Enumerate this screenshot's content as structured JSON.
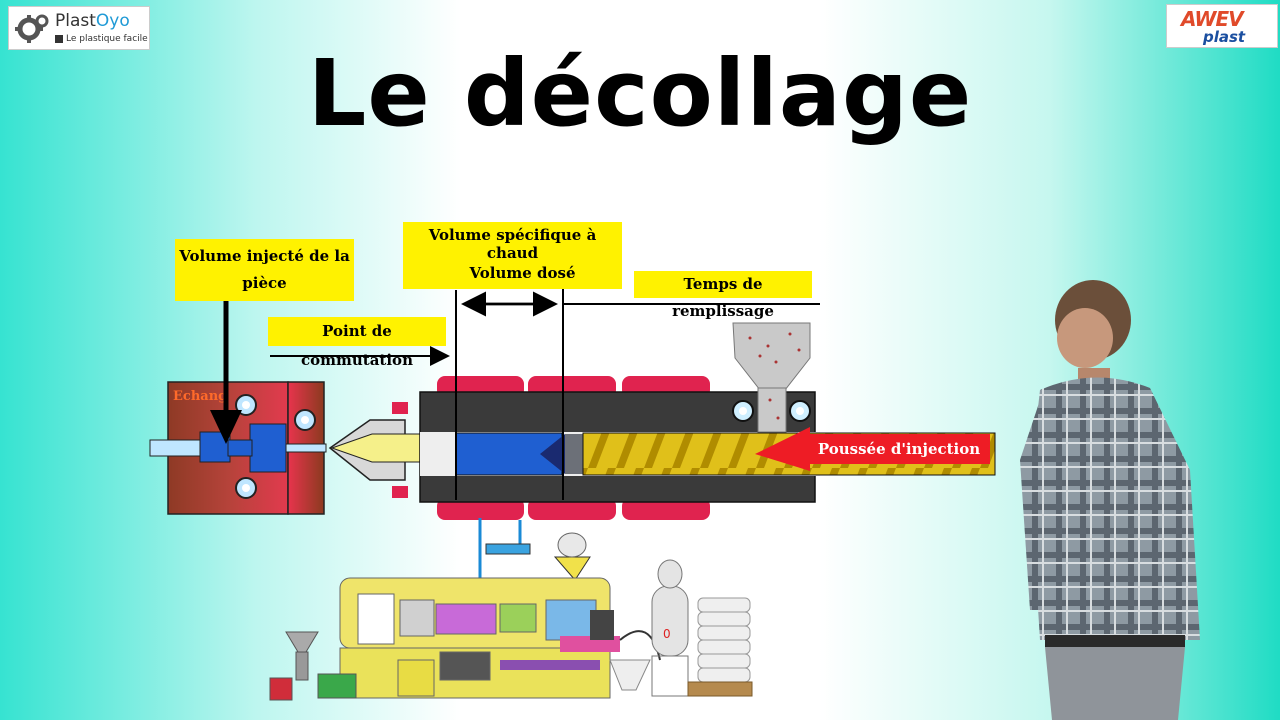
{
  "header": {
    "title": "Le décollage"
  },
  "logos": {
    "left": {
      "brand_part1": "Plast",
      "brand_part2": "Oyo",
      "tagline": "Le plastique facile"
    },
    "right": {
      "brand_top": "AWEV",
      "brand_bottom": "plast"
    }
  },
  "diagram": {
    "labels": {
      "volume_injecte": "Volume injecté de la pièce",
      "volume_specifique": "Volume spécifique à chaud",
      "volume_dose": "Volume dosé",
      "temps_remplissage": "Temps de remplissage",
      "point_commutation": "Point de commutation",
      "poussee_injection": "Poussée d'injection",
      "echange": "Echang"
    },
    "colors": {
      "label_bg": "#fff200",
      "push_arrow": "#ee1c25",
      "mold": "#e8344d",
      "melt": "#1f5fd1",
      "screw": "#e6c81e",
      "heater": "#e0234f",
      "barrel": "#3a3a3a"
    }
  }
}
